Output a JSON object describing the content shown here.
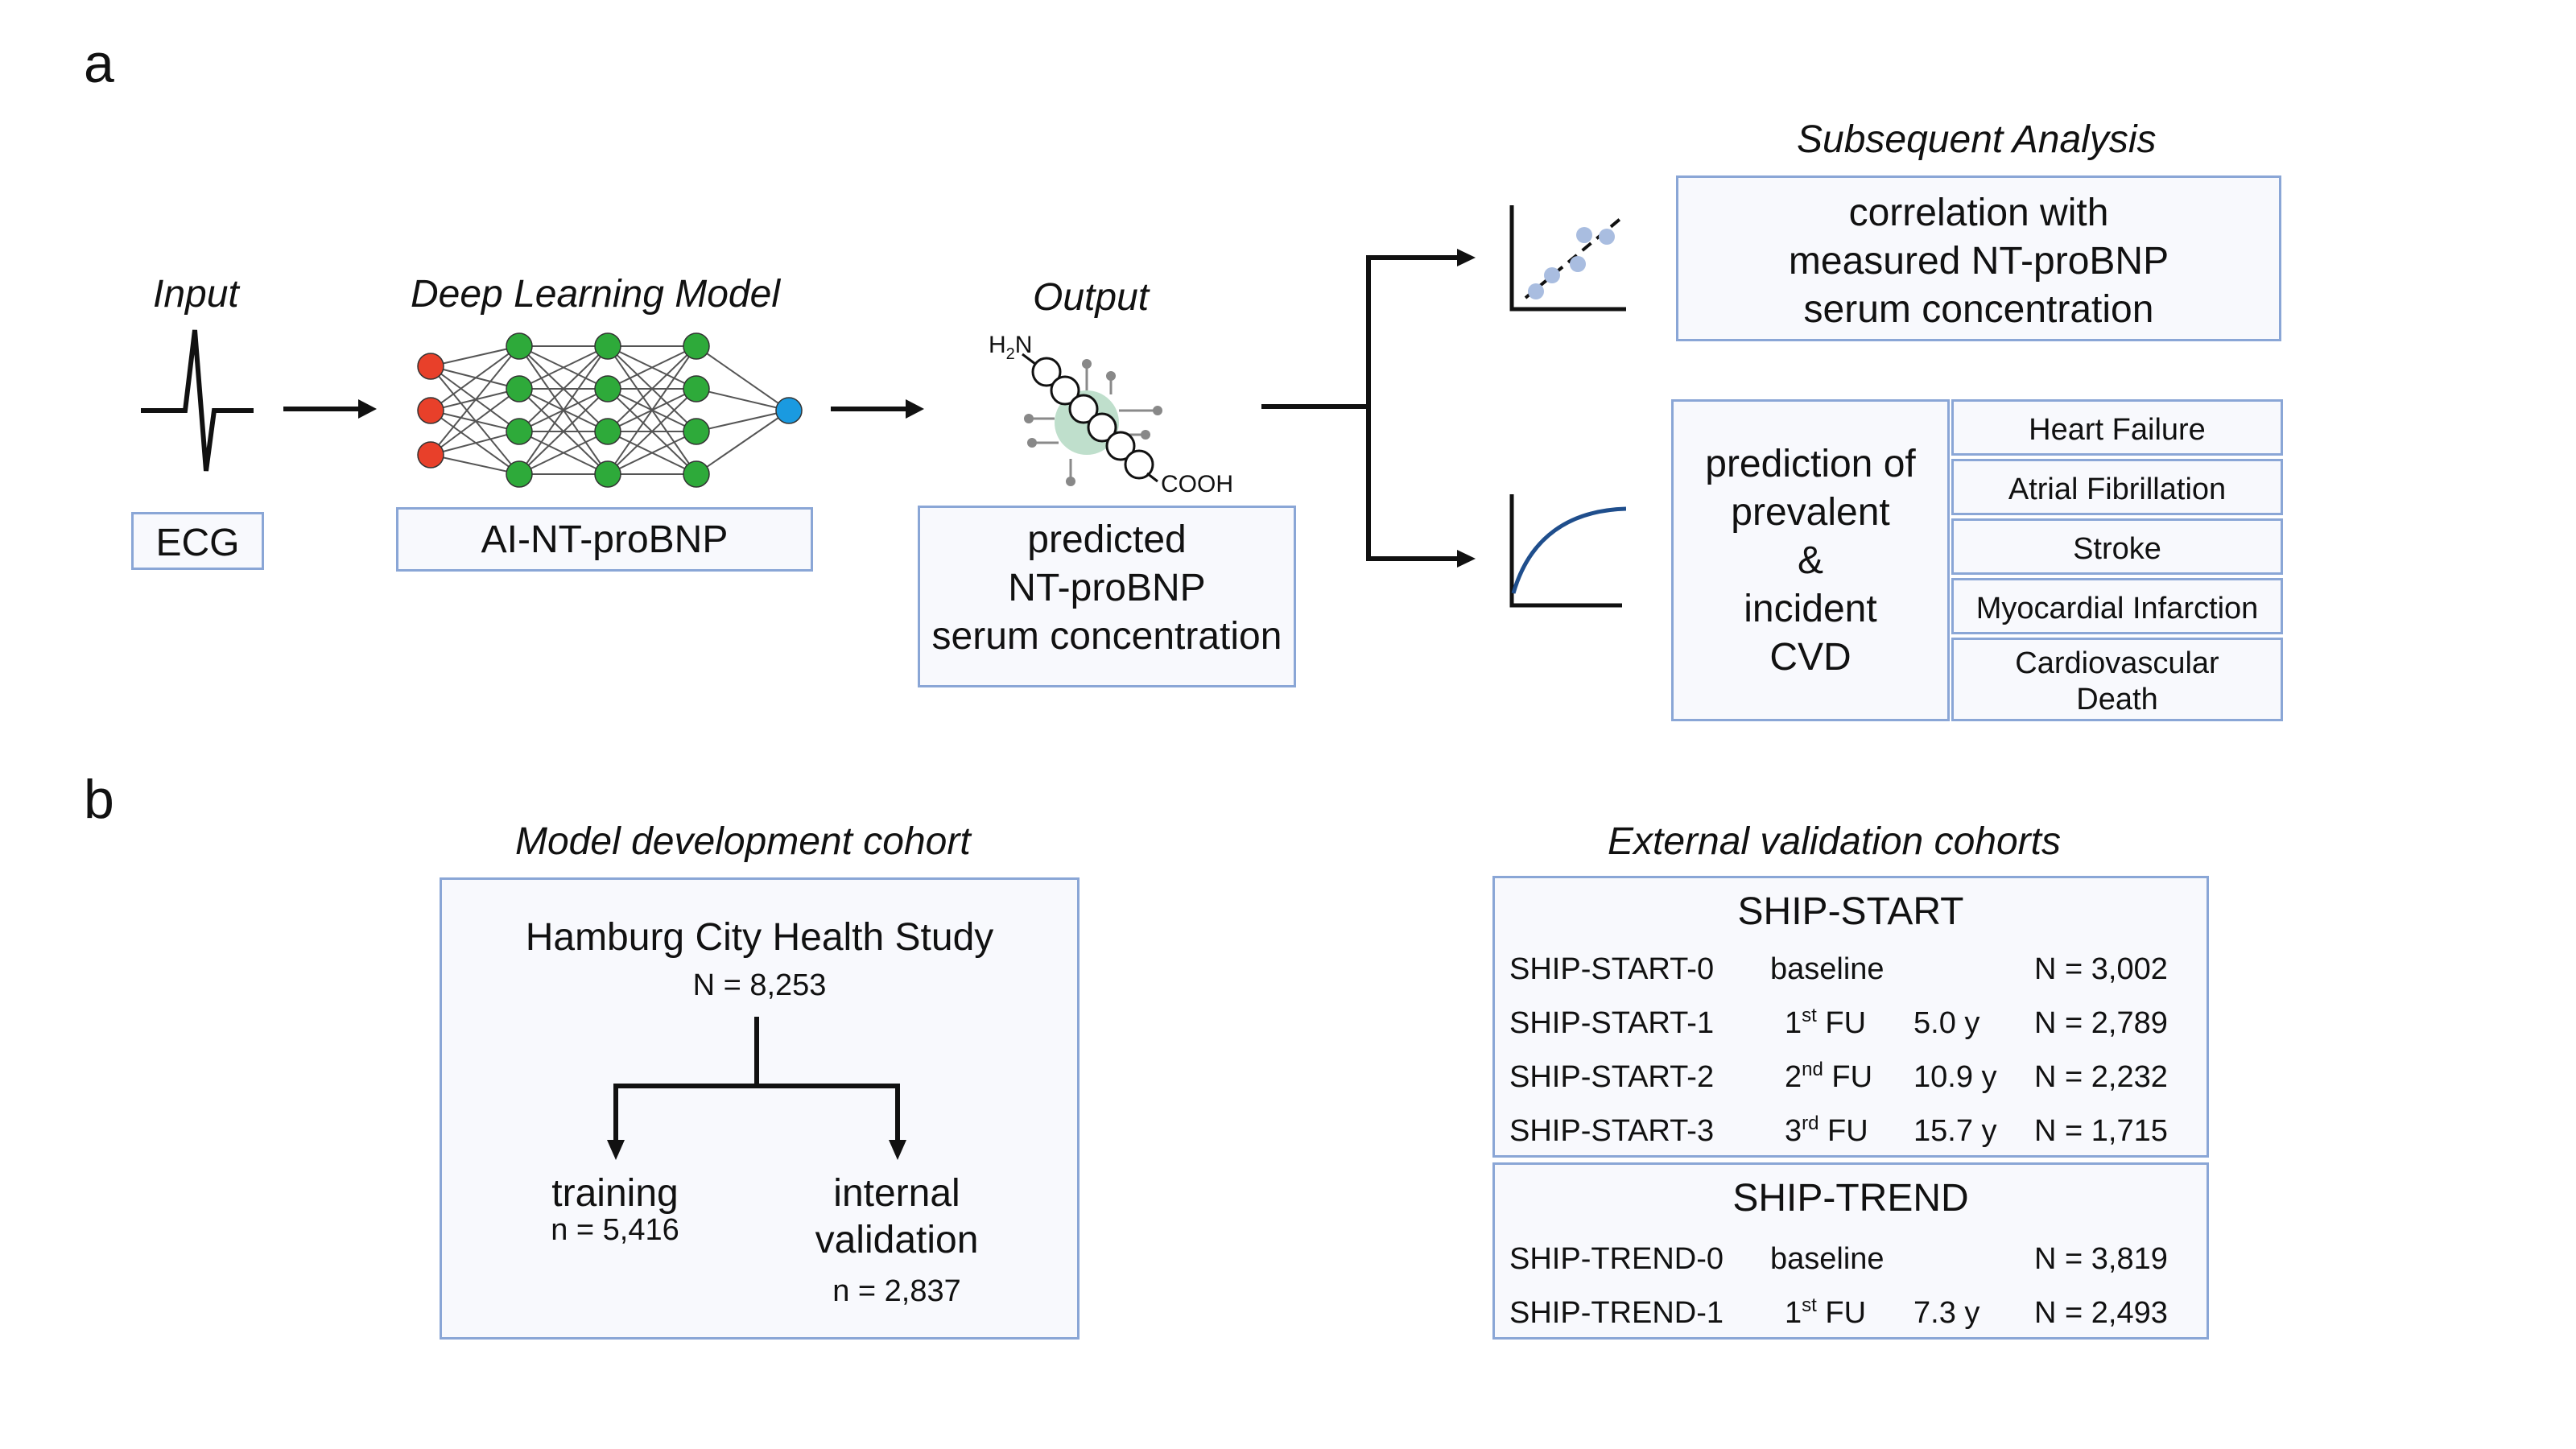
{
  "panel_a": {
    "letter": "a",
    "input": {
      "title": "Input",
      "label": "ECG"
    },
    "model": {
      "title": "Deep Learning Model",
      "label": "AI-NT-proBNP"
    },
    "output": {
      "title": "Output",
      "molecule_h2n_h": "H",
      "molecule_h2n_sub": "2",
      "molecule_h2n_n": "N",
      "molecule_cooh": "COOH",
      "label_lines": [
        "predicted",
        "NT-proBNP",
        "serum concentration"
      ]
    },
    "subsequent": {
      "title": "Subsequent Analysis",
      "correlation_lines": [
        "correlation with",
        "measured NT-proBNP",
        "serum concentration"
      ],
      "prediction_lines": [
        "prediction of",
        "prevalent",
        "&",
        "incident",
        "CVD"
      ],
      "outcomes": [
        {
          "label": "Heart Failure"
        },
        {
          "label": "Atrial Fibrillation"
        },
        {
          "label": "Stroke"
        },
        {
          "label": "Myocardial Infarction"
        },
        {
          "label": "Cardiovascular",
          "label2": "Death"
        }
      ]
    }
  },
  "panel_b": {
    "letter": "b",
    "development": {
      "title": "Model development cohort",
      "study": "Hamburg City Health Study",
      "study_n": "N = 8,253",
      "training_label": "training",
      "training_n": "n = 5,416",
      "internal_label_1": "internal",
      "internal_label_2": "validation",
      "internal_n": "n = 2,837"
    },
    "external": {
      "title": "External validation cohorts",
      "ship_start": {
        "title": "SHIP-START",
        "rows": [
          {
            "name": "SHIP-START-0",
            "visit": "baseline",
            "visit_sup": "",
            "visit_suffix": "",
            "years": "",
            "n": "N = 3,002"
          },
          {
            "name": "SHIP-START-1",
            "visit": "1",
            "visit_sup": "st",
            "visit_suffix": " FU",
            "years": "5.0 y",
            "n": "N = 2,789"
          },
          {
            "name": "SHIP-START-2",
            "visit": "2",
            "visit_sup": "nd",
            "visit_suffix": " FU",
            "years": "10.9 y",
            "n": "N = 2,232"
          },
          {
            "name": "SHIP-START-3",
            "visit": "3",
            "visit_sup": "rd",
            "visit_suffix": " FU",
            "years": "15.7 y",
            "n": "N = 1,715"
          }
        ]
      },
      "ship_trend": {
        "title": "SHIP-TREND",
        "rows": [
          {
            "name": "SHIP-TREND-0",
            "visit": "baseline",
            "visit_sup": "",
            "visit_suffix": "",
            "years": "",
            "n": "N = 3,819"
          },
          {
            "name": "SHIP-TREND-1",
            "visit": "1",
            "visit_sup": "st",
            "visit_suffix": " FU",
            "years": "7.3 y",
            "n": "N = 2,493"
          }
        ]
      }
    }
  },
  "colors": {
    "box_border": "#8aa6d6",
    "box_fill": "#f8f9fd",
    "input_node": "#e8402a",
    "hidden_node": "#2eaa3a",
    "output_node": "#1a9ae0",
    "curve": "#1f4e8c",
    "dots": "#a9bde0"
  }
}
